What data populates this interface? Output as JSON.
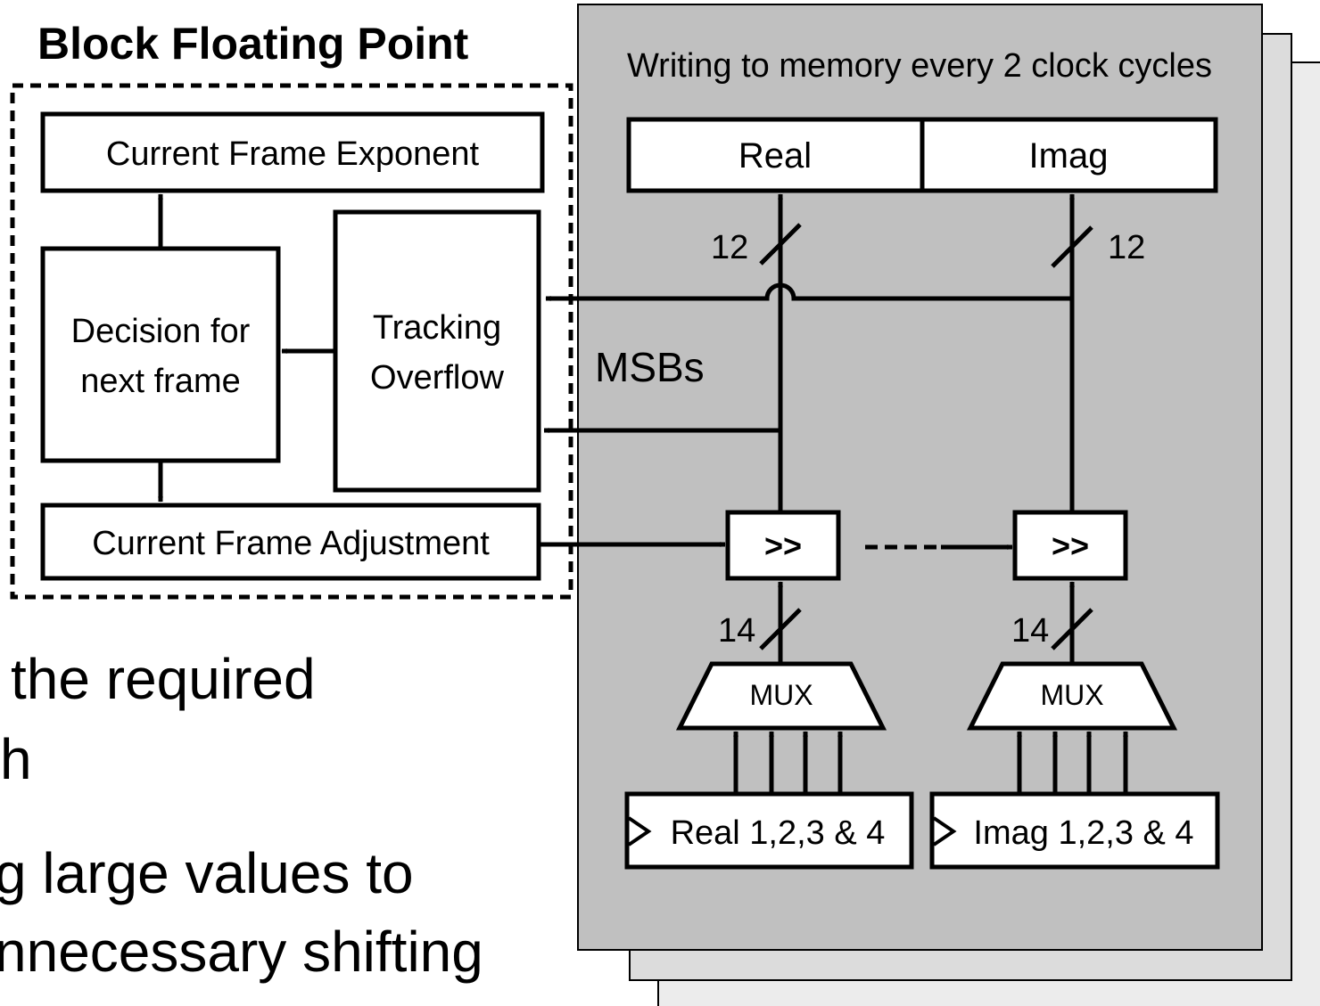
{
  "title": "Block Floating Point",
  "panel_caption": "Writing to memory every 2 clock cycles",
  "bfp": {
    "exponent_label": "Current Frame Exponent",
    "decision_line1": "Decision for",
    "decision_line2": "next frame",
    "tracking_line1": "Tracking",
    "tracking_line2": "Overflow",
    "adjustment_label": "Current Frame Adjustment"
  },
  "memory": {
    "real_label": "Real",
    "imag_label": "Imag"
  },
  "bus_widths": {
    "real_out": "12",
    "imag_out": "12",
    "real_in": "14",
    "imag_in": "14"
  },
  "msbs_label": "MSBs",
  "shifter_label": ">>",
  "mux_label": "MUX",
  "registers": {
    "real": "Real 1,2,3 & 4",
    "imag": "Imag 1,2,3 & 4"
  },
  "background_text": {
    "line1": "the required",
    "line2": "h",
    "line3": "g large values to",
    "line4": "nnecessary shifting"
  },
  "colors": {
    "panel_fill": "#c0c0c0",
    "back_panel_fill": "#dcdcdc",
    "line": "#000000",
    "box_fill": "#ffffff"
  }
}
